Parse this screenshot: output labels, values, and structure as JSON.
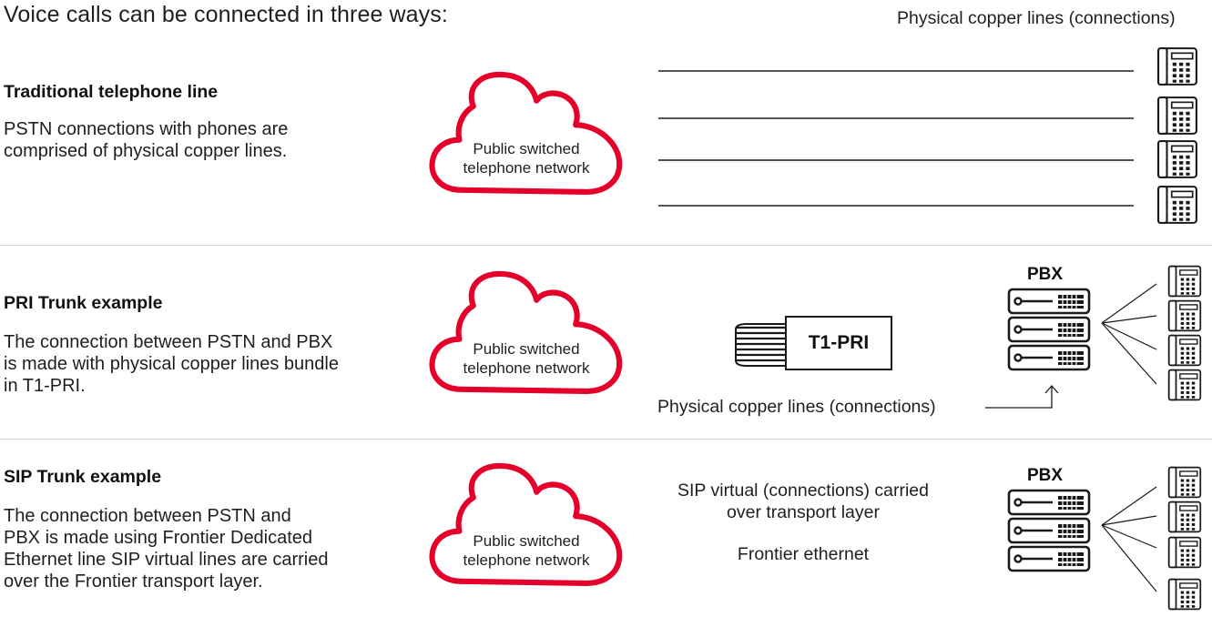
{
  "header": {
    "title": "Voice calls can be connected in three ways:",
    "copper_caption": "Physical copper lines (connections)"
  },
  "sections": [
    {
      "title": "Traditional telephone line",
      "description": "PSTN connections with phones are\ncomprised of physical copper lines.",
      "cloud_label": "Public switched\ntelephone network"
    },
    {
      "title": "PRI Trunk example",
      "description": "The connection between PSTN and PBX\nis made with physical copper lines bundle\nin T1-PRI.",
      "cloud_label": "Public switched\ntelephone network",
      "box_label": "T1-PRI",
      "caption": "Physical copper lines (connections)",
      "pbx_label": "PBX"
    },
    {
      "title": "SIP Trunk example",
      "description": "The connection between PSTN and\nPBX is made using Frontier Dedicated\nEthernet line SIP virtual lines are carried\nover the Frontier transport layer.",
      "cloud_label": "Public switched\ntelephone network",
      "sip_caption": "SIP virtual (connections) carried\nover transport layer",
      "ethernet_caption": "Frontier ethernet",
      "pbx_label": "PBX"
    }
  ],
  "colors": {
    "cloud": "#e4002b",
    "ink": "#1a1a1a",
    "divider": "#d9d9d9"
  },
  "icons": [
    "cloud-icon",
    "desk-phone-icon",
    "server-rack-icon",
    "cable-bundle-icon",
    "arrow-up-icon"
  ]
}
